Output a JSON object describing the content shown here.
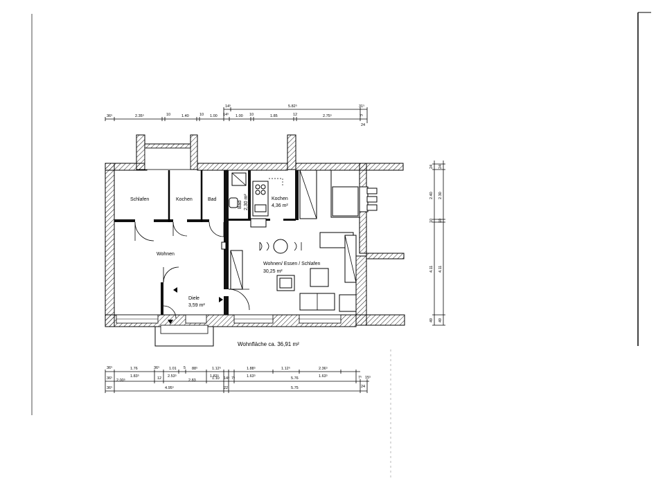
{
  "plan": {
    "rooms": {
      "schlafen": "Schlafen",
      "kochen_small": "Kochen",
      "bad": "Bad",
      "bad_area": "2,30 m²",
      "kochen": "Kochen",
      "kochen_area": "4,36 m²",
      "wohnen": "Wohnen",
      "wohnen_essen": "Wohnen/ Essen / Schlafen",
      "wohnen_essen_area": "30,25 m²",
      "diele": "Diele",
      "diele_area": "3,59 m²",
      "bad_vertical": "Bad"
    },
    "total_area": "Wohnfläche ca. 36,91 m²"
  },
  "dimensions": {
    "top_row1": [
      "14⁵",
      "5.82⁵",
      "31⁵"
    ],
    "top_row2": [
      "36⁵",
      "2.35⁵",
      "10",
      "1.40",
      "10",
      "1.00",
      "14⁵",
      "1.00",
      "10",
      "1.85",
      "12",
      "2.75⁵",
      "7⁵"
    ],
    "top_row2_end": "24",
    "right_outer": [
      "24",
      "2.40",
      "10",
      "4.11",
      "49"
    ],
    "right_inner": [
      "24",
      "2.30",
      "10",
      "4.11",
      "49"
    ],
    "bottom_row1": [
      "36⁵",
      "1.76",
      "36⁵",
      "1.01",
      "5",
      "88⁵",
      "1.12⁵",
      "1.88⁵",
      "1.12⁵",
      "2.36⁵"
    ],
    "bottom_row2a": [
      "1.83⁵",
      "2.53⁵",
      "1.83⁵",
      "1.63⁵",
      "1.63⁵"
    ],
    "bottom_row2b": [
      "36⁵",
      "2.00⁵",
      "12",
      "2.83",
      "1.10",
      "14⁵",
      "7⁵",
      "5.76",
      "7⁵",
      "15⁵"
    ],
    "bottom_row3": [
      "36⁵",
      "4.95⁵",
      "22",
      "5.75",
      "24"
    ]
  }
}
